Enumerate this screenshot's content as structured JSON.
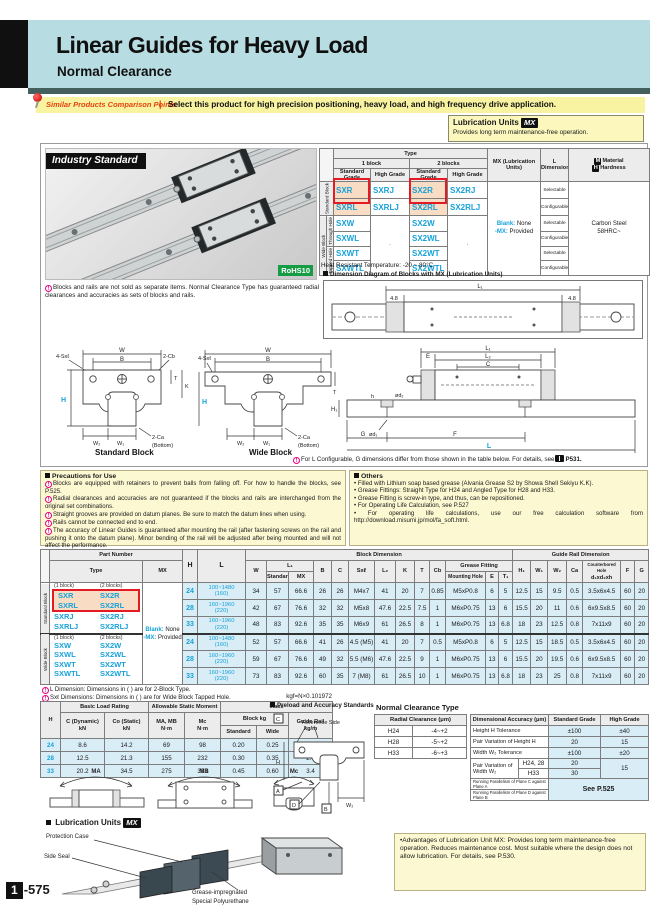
{
  "page": {
    "title": "Linear Guides for Heavy Load",
    "subtitle": "Normal Clearance"
  },
  "banner": {
    "tag": "Similar Products Comparison Points",
    "sep": "|",
    "text": "Select this product for high precision positioning, heavy load, and high frequency drive application."
  },
  "mx_box": {
    "title": "Lubrication Units",
    "mx": "MX",
    "subtitle": "Provides long term maintenance-free operation."
  },
  "photo": {
    "label": "Industry Standard",
    "rohs": "RoHS",
    "rohs_num": "10",
    "note": "Blocks and rails are not sold as separate items. Normal Clearance Type has guaranteed radial clearances and accuracies as sets of blocks and rails."
  },
  "type_table": {
    "type": "Type",
    "blk1": "1 block",
    "blk2": "2 blocks",
    "grade_std": "Standard Grade",
    "grade_high": "High Grade",
    "mx_header": "MX (Lubrication Units)",
    "l_header": "L Dimension",
    "m_badge": "M",
    "material_label": "Material",
    "h_badge": "H",
    "hardness_label": "Hardness",
    "rot_standard": "Standard Block",
    "rot_wide": "Wide Block",
    "rot_through": "Through Hole",
    "rot_tapped": "Tapped Hole",
    "rows": {
      "sxr": "SXR",
      "sxrj": "SXRJ",
      "sx2r": "SX2R",
      "sx2rj": "SX2RJ",
      "sxrl": "SXRL",
      "sxrlj": "SXRLJ",
      "sx2rl": "SX2RL",
      "sx2rlj": "SX2RLJ",
      "sxw": "SXW",
      "sx2w": "SX2W",
      "sxwl": "SXWL",
      "sx2wl": "SX2WL",
      "sxwt": "SXWT",
      "sx2wt": "SX2WT",
      "sxwtl": "SXWTL",
      "sx2wtl": "SX2WTL",
      "dot": "·"
    },
    "l_values": [
      "Selectable",
      "Configurable",
      "Selectable",
      "Configurable",
      "Selectable",
      "Configurable"
    ],
    "mx_blank_key": "Blank:",
    "mx_blank_val": "None",
    "mx_mx_key": "-MX:",
    "mx_mx_val": "Provided",
    "material_line1": "Carbon Steel",
    "material_line2": "58HRC~",
    "heat_note": "Heat Resistant Temperature: -20 ~ 80°C"
  },
  "dims": {
    "top_header": "Dimension Diagram of Blocks with MX (Lubrication Units)",
    "l1": "L₁",
    "l2": "L₂",
    "c": "C",
    "e": "E",
    "g": "G",
    "f": "F",
    "l": "L",
    "h1": "H₁",
    "h_small": "h",
    "d1": "ød₁",
    "d2": "ød₂",
    "mx_offset_l": "4.8",
    "mx_offset_r": "4.8",
    "w": "W",
    "b": "B",
    "sxl": "4-Sxℓ",
    "cb2": "2-Cb",
    "H": "H",
    "t": "T",
    "k": "K",
    "w2": "W₂",
    "w1": "W₁",
    "ca2": "2-Ca",
    "bottom": "(Bottom)",
    "std_caption": "Standard Block",
    "wide_caption": "Wide Block",
    "cfg_a": "For L Configurable, G dimensions differ from those shown in the table below. For details, see",
    "cfg_b": "P531."
  },
  "precautions": {
    "title": "Precautions for Use",
    "items": [
      "Blocks are equipped with retainers to prevent balls from falling off. For how to handle the blocks, see  P.525.",
      "Radial clearances and accuracies are not guaranteed if the blocks and rails are interchanged from the original set combinations.",
      "Straight grooves are provided on datum planes. Be sure to match the datum lines when using.",
      "Rails cannot be connected end to end.",
      "The accuracy of Linear Guides is guaranteed after mounting the rail (after fastening screws on the rail and pushing it onto the datum plane). Minor bending of the rail will be adjusted after being mounted and will not affect the performance."
    ]
  },
  "others": {
    "title": "Others",
    "items": [
      "• Filled with Lithium soap based grease (Alvania Grease S2 by Showa Shell Sekiyu K.K).",
      "• Grease Fittings: Straight Type for H24 and Angled Type for H28 and H33.",
      "• Grease Fitting is screw-in type, and thus, can be repositioned.",
      "• For Operating Life Calculation, see  P.527",
      "• For operating life calculations, use our free calculation software from http://download.misumi.jp/mol/fa_soft.html."
    ]
  },
  "main_table": {
    "h_part": "Part Number",
    "h_type": "Type",
    "h_mx": "MX",
    "h_h": "H",
    "h_l": "L",
    "h_block": "Block Dimension",
    "h_rail": "Guide Rail Dimension",
    "h_w": "W",
    "h_l1": "L₁",
    "h_l1_std": "Standard",
    "h_l1_mx": "MX",
    "h_b": "B",
    "h_c": "C",
    "h_sxl": "Sxℓ",
    "h_l2": "L₂",
    "h_k": "K",
    "h_t": "T",
    "h_cb": "Cb",
    "h_grease": "Grease Fitting",
    "h_mh": "Mounting Hole",
    "h_e": "E",
    "h_t1": "T₁",
    "h_h1": "H₁",
    "h_w1": "W₁",
    "h_w2": "W₂",
    "h_ca": "Ca",
    "h_cbh1": "Counterbored Hole",
    "h_cbh2": "d₁xd₂xh",
    "h_f": "F",
    "h_g": "G",
    "lbl_1block": "(1 block)",
    "lbl_2blocks": "(2 blocks)",
    "mx_blank_key": "Blank:",
    "mx_blank_val": "None",
    "mx_mx_key": "-MX:",
    "mx_mx_val": "Provided",
    "rot_standard": "Standard Block",
    "rot_wide": "Wide Block",
    "groups": [
      {
        "types": [
          [
            "SXR",
            "SX2R"
          ],
          [
            "SXRL",
            "SX2RL"
          ],
          [
            "SXRJ",
            "SX2RJ"
          ],
          [
            "SXRLJ",
            "SX2RLJ"
          ]
        ],
        "rows": [
          {
            "h": "24",
            "la": "100~1480",
            "lb": "(160)",
            "cells": [
              "34",
              "57",
              "66.6",
              "26",
              "26",
              "M4x7",
              "41",
              "20",
              "7",
              "0.85",
              "M5xP0.8",
              "6",
              "5",
              "12.5",
              "15",
              "9.5",
              "0.5",
              "3.5x6x4.5",
              "60",
              "20"
            ]
          },
          {
            "h": "28",
            "la": "160~1960",
            "lb": "(220)",
            "cells": [
              "42",
              "67",
              "76.6",
              "32",
              "32",
              "M5x8",
              "47.6",
              "22.5",
              "7.5",
              "1",
              "M6xP0.75",
              "13",
              "6",
              "15.5",
              "20",
              "11",
              "0.6",
              "6x9.5x8.5",
              "60",
              "20"
            ]
          },
          {
            "h": "33",
            "la": "160~1960",
            "lb": "(220)",
            "cells": [
              "48",
              "83",
              "92.6",
              "35",
              "35",
              "M6x9",
              "61",
              "26.5",
              "8",
              "1",
              "M6xP0.75",
              "13",
              "6.8",
              "18",
              "23",
              "12.5",
              "0.8",
              "7x11x9",
              "60",
              "20"
            ]
          }
        ]
      },
      {
        "types": [
          [
            "SXW",
            "SX2W"
          ],
          [
            "SXWL",
            "SX2WL"
          ],
          [
            "SXWT",
            "SX2WT"
          ],
          [
            "SXWTL",
            "SX2WTL"
          ]
        ],
        "rows": [
          {
            "h": "24",
            "la": "100~1480",
            "lb": "(160)",
            "cells": [
              "52",
              "57",
              "66.6",
              "41",
              "26",
              "4.5 (M5)",
              "41",
              "20",
              "7",
              "0.5",
              "M5xP0.8",
              "6",
              "5",
              "12.5",
              "15",
              "18.5",
              "0.5",
              "3.5x6x4.5",
              "60",
              "20"
            ]
          },
          {
            "h": "28",
            "la": "160~1960",
            "lb": "(220)",
            "cells": [
              "59",
              "67",
              "76.6",
              "49",
              "32",
              "5.5 (M6)",
              "47.6",
              "22.5",
              "9",
              "1",
              "M6xP0.75",
              "13",
              "6",
              "15.5",
              "20",
              "19.5",
              "0.6",
              "6x9.5x8.5",
              "60",
              "20"
            ]
          },
          {
            "h": "33",
            "la": "160~1960",
            "lb": "(220)",
            "cells": [
              "73",
              "83",
              "92.6",
              "60",
              "35",
              "7 (M8)",
              "61",
              "26.5",
              "10",
              "1",
              "M6xP0.75",
              "13",
              "6.8",
              "18",
              "23",
              "25",
              "0.8",
              "7x11x9",
              "60",
              "20"
            ]
          }
        ]
      }
    ],
    "notes": [
      "L Dimension: Dimensions in ( ) are for 2-Block Type.",
      "Sxℓ Dimensions: Dimensions in ( ) are for Wide Block Tapped Hole."
    ],
    "kgf": "kgf=N×0.101972"
  },
  "load_table": {
    "h": "H",
    "g1": "Basic Load Rating",
    "g2": "Allowable Static Moment",
    "g3": "Mass",
    "c1a": "C (Dynamic)",
    "c1b": "kN",
    "c2a": "Co (Static)",
    "c2b": "kN",
    "c3a": "MA, MB",
    "c3b": "N·m",
    "c4a": "Mc",
    "c4b": "N·m",
    "block_kg": "Block kg",
    "std": "Standard",
    "wide": "Wide",
    "rail_a": "Guide Rail",
    "rail_b": "kg/m",
    "rows": [
      {
        "h": "24",
        "vals": [
          "8.6",
          "14.2",
          "69",
          "98",
          "0.20",
          "0.25",
          "1.5"
        ]
      },
      {
        "h": "28",
        "vals": [
          "12.5",
          "21.3",
          "155",
          "232",
          "0.30",
          "0.35",
          "2.4"
        ]
      },
      {
        "h": "33",
        "vals": [
          "20.2",
          "34.5",
          "275",
          "393",
          "0.45",
          "0.60",
          "3.4"
        ]
      }
    ]
  },
  "moments": {
    "ma": "MA",
    "mb": "MB",
    "mc": "Mc"
  },
  "preload": {
    "title": "Preload and Accuracy Standards",
    "reference": "Reference Side",
    "c": "C",
    "h": "H",
    "a": "A",
    "d": "D",
    "b": "B",
    "w2": "W₂"
  },
  "clearance": {
    "title": "Normal Clearance Type",
    "radial_header": "Radial Clearance (μm)",
    "radial_rows": [
      [
        "H24",
        "-4~+2"
      ],
      [
        "H28",
        "-5~+2"
      ],
      [
        "H33",
        "-6~+3"
      ]
    ],
    "acc_h1": "Dimensional Accuracy (μm)",
    "acc_h2": "Standard Grade",
    "acc_h3": "High Grade",
    "acc_rows": [
      [
        "Height H Tolerance",
        "±100",
        "±40"
      ],
      [
        "Pair Variation of Height H",
        "20",
        "15"
      ],
      [
        "Width W₂ Tolerance",
        "±100",
        "±20"
      ]
    ],
    "pair_label": "Pair Variation of Width W₂",
    "pair_rows": [
      [
        "H24, 28",
        "20"
      ],
      [
        "H33",
        "30"
      ]
    ],
    "pair_high": "15",
    "par1": "Running Parallelism of Plane C against Plane A",
    "par2": "Running Parallelism of Plane D against Plane B",
    "see": "See P.525"
  },
  "lube_section": {
    "title": "Lubrication Units",
    "mx": "MX",
    "labels": [
      "Protection Case",
      "Side Seal",
      "Grease-impregnated",
      "Special Polyurethane"
    ],
    "advantages": "•Advantages of Lubrication Unit MX: Provides long term maintenance-free operation. Reduces maintenance cost. Most suitable where the design does not allow lubrication. For details, see  P.530."
  },
  "footer": {
    "num_box": "1",
    "page": "-575"
  }
}
